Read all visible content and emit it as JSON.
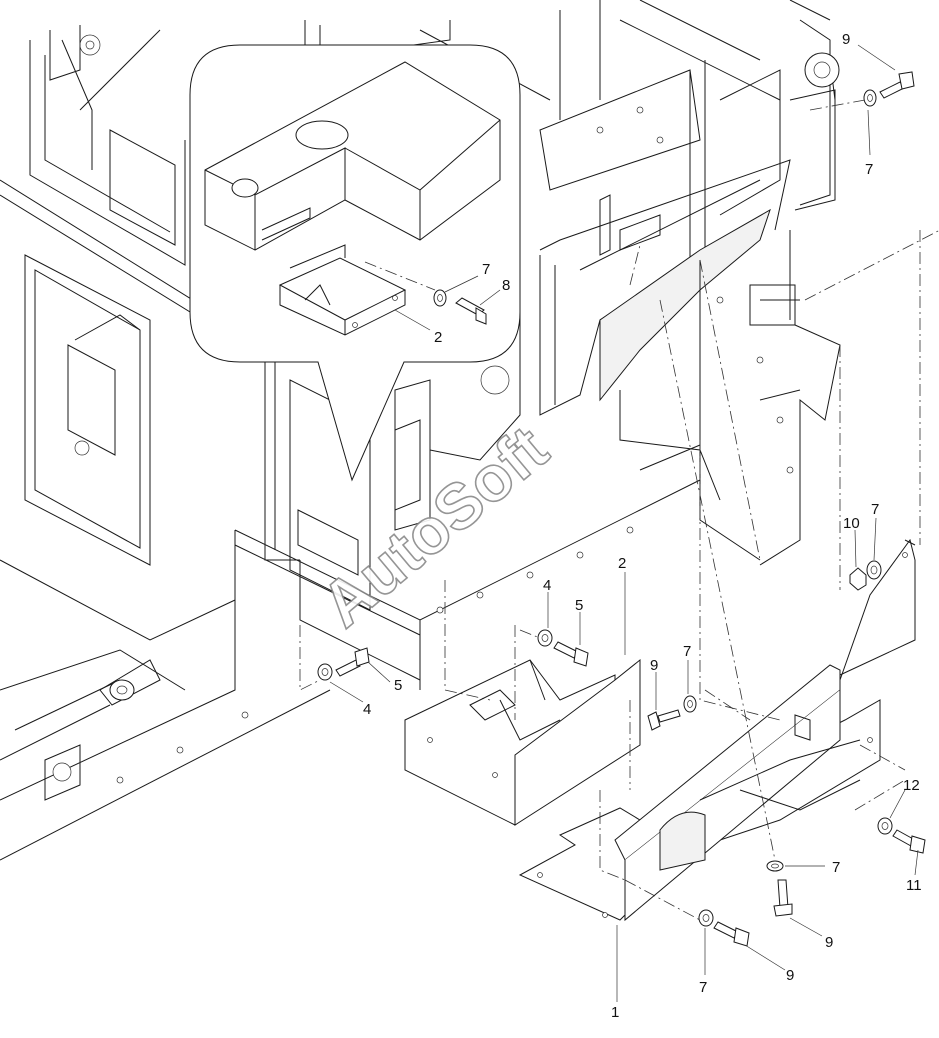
{
  "watermark": "AutoSoft",
  "callouts": [
    {
      "id": "inset-7",
      "text": "7"
    },
    {
      "id": "inset-8",
      "text": "8"
    },
    {
      "id": "inset-2",
      "text": "2"
    },
    {
      "id": "top-9",
      "text": "9"
    },
    {
      "id": "top-7",
      "text": "7"
    },
    {
      "id": "bracket-2",
      "text": "2"
    },
    {
      "id": "washer-4-upper",
      "text": "4"
    },
    {
      "id": "bolt-5-upper",
      "text": "5"
    },
    {
      "id": "bolt-5-lower",
      "text": "5"
    },
    {
      "id": "washer-4-lower",
      "text": "4"
    },
    {
      "id": "bolt-9-mid",
      "text": "9"
    },
    {
      "id": "washer-7-mid",
      "text": "7"
    },
    {
      "id": "nut-10",
      "text": "10"
    },
    {
      "id": "washer-7-right",
      "text": "7"
    },
    {
      "id": "washer-12",
      "text": "12"
    },
    {
      "id": "bolt-11",
      "text": "11"
    },
    {
      "id": "washer-7-lower",
      "text": "7"
    },
    {
      "id": "bolt-9-lower",
      "text": "9"
    },
    {
      "id": "bolt-9-bottom",
      "text": "9"
    },
    {
      "id": "washer-7-bottom",
      "text": "7"
    },
    {
      "id": "panel-1",
      "text": "1"
    }
  ]
}
